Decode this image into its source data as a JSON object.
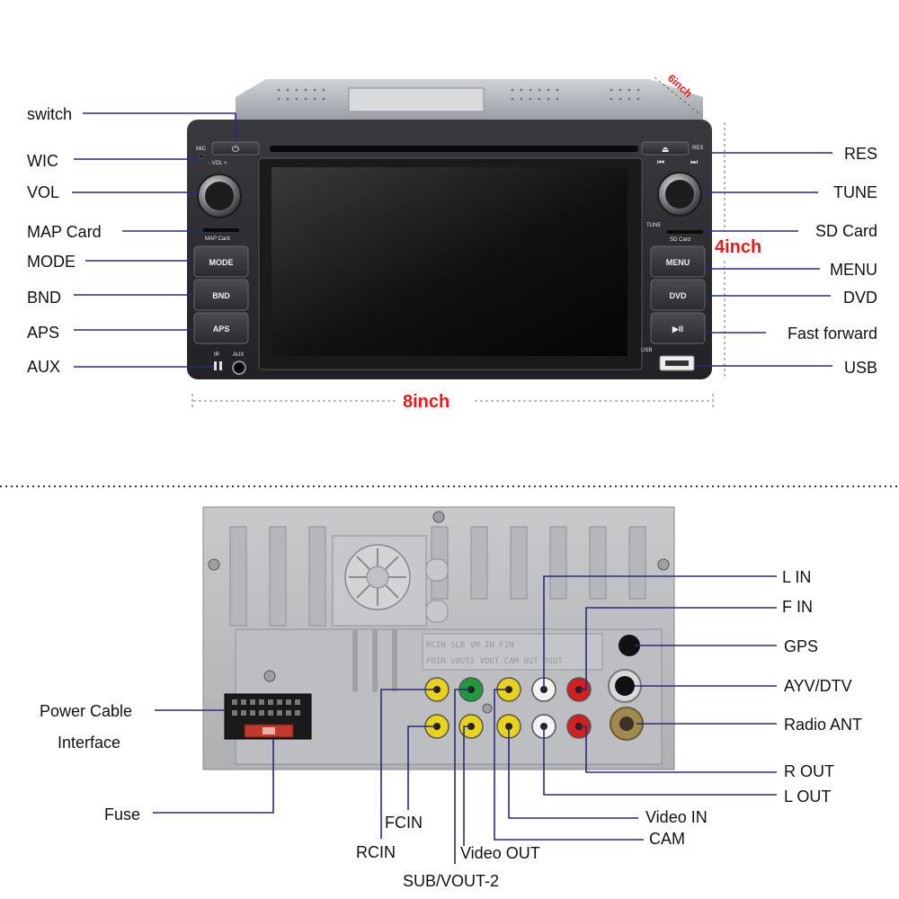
{
  "front": {
    "labels_left": {
      "switch": "switch",
      "wic": "WIC",
      "vol": "VOL",
      "map_card": "MAP Card",
      "mode": "MODE",
      "bnd": "BND",
      "aps": "APS",
      "aux": "AUX"
    },
    "labels_right": {
      "res": "RES",
      "tune": "TUNE",
      "sd_card": "SD Card",
      "menu": "MENU",
      "dvd": "DVD",
      "fast_forward": "Fast forward",
      "usb": "USB"
    },
    "buttons": {
      "mode": "MODE",
      "bnd": "BND",
      "aps": "APS",
      "menu": "MENU",
      "dvd": "DVD",
      "play_pause": "▶II"
    },
    "panel_text": {
      "mic": "MIC",
      "vol": "- VOL +",
      "map_card": "MAP Card",
      "ir": "IR",
      "aux": "AUX",
      "res": "RES",
      "tune": "TUNE",
      "sd_card": "SD Card",
      "usb": "USB"
    },
    "dimensions": {
      "width": "8inch",
      "height": "4inch",
      "depth": "6inch"
    }
  },
  "rear": {
    "labels_left": {
      "power_cable": "Power Cable",
      "interface": "Interface",
      "fuse": "Fuse"
    },
    "labels_right": {
      "l_in": "L IN",
      "f_in": "F IN",
      "gps": "GPS",
      "ayv_dtv": "AYV/DTV",
      "radio_ant": "Radio ANT",
      "r_out": "R OUT",
      "l_out": "L OUT",
      "video_in": "Video IN",
      "cam": "CAM"
    },
    "labels_bottom": {
      "fcin": "FCIN",
      "rcin": "RCIN",
      "video_out": "Video OUT",
      "sub_vout2": "SUB/VOUT-2"
    },
    "port_strip_top": "RCIN  SLB    VM    IN   FIN",
    "port_strip_bottom": "FOIR VOUT2 VOUT  CAM  OUT ROUT"
  },
  "colors": {
    "connector_line": "#2a2a7a",
    "dimension_text": "#e81b1b",
    "rca_yellow": "#e8d21a",
    "rca_green": "#1f9a3a",
    "rca_red": "#d21f1f",
    "rca_white": "#f2f2f2"
  }
}
